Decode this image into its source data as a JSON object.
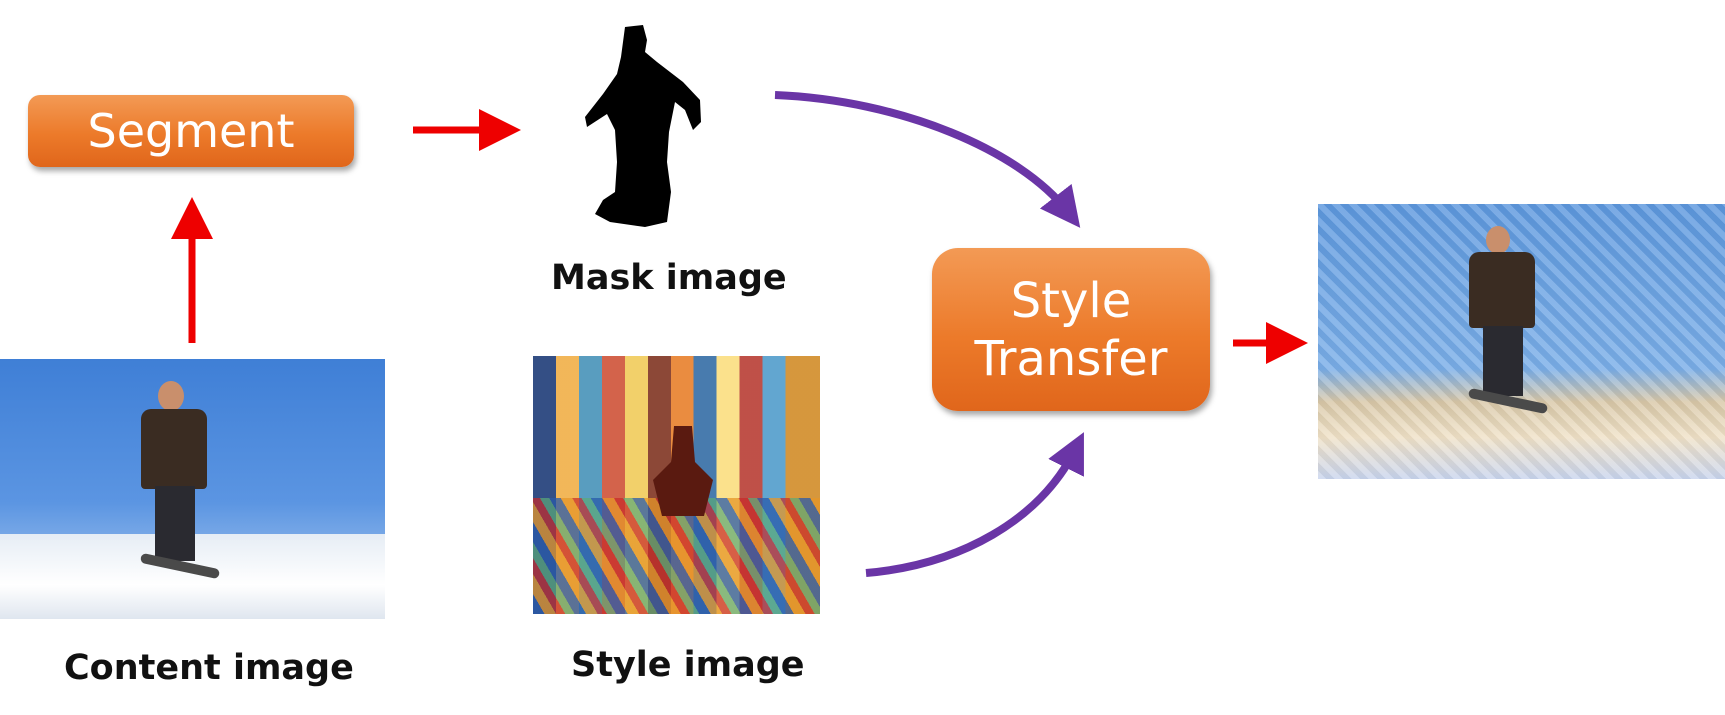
{
  "nodes": {
    "segment_label": "Segment",
    "style_transfer_line1": "Style",
    "style_transfer_line2": "Transfer"
  },
  "captions": {
    "content": "Content image",
    "mask": "Mask image",
    "style": "Style image"
  },
  "colors": {
    "box_orange": "#ec7a2a",
    "red_arrow": "#ee0000",
    "purple_arrow": "#6a35a6"
  },
  "icons": {
    "content_image": "snowboarder-photo",
    "mask_image": "silhouette-mask",
    "style_image": "painting",
    "result_image": "stylized-snowboarder-photo"
  }
}
